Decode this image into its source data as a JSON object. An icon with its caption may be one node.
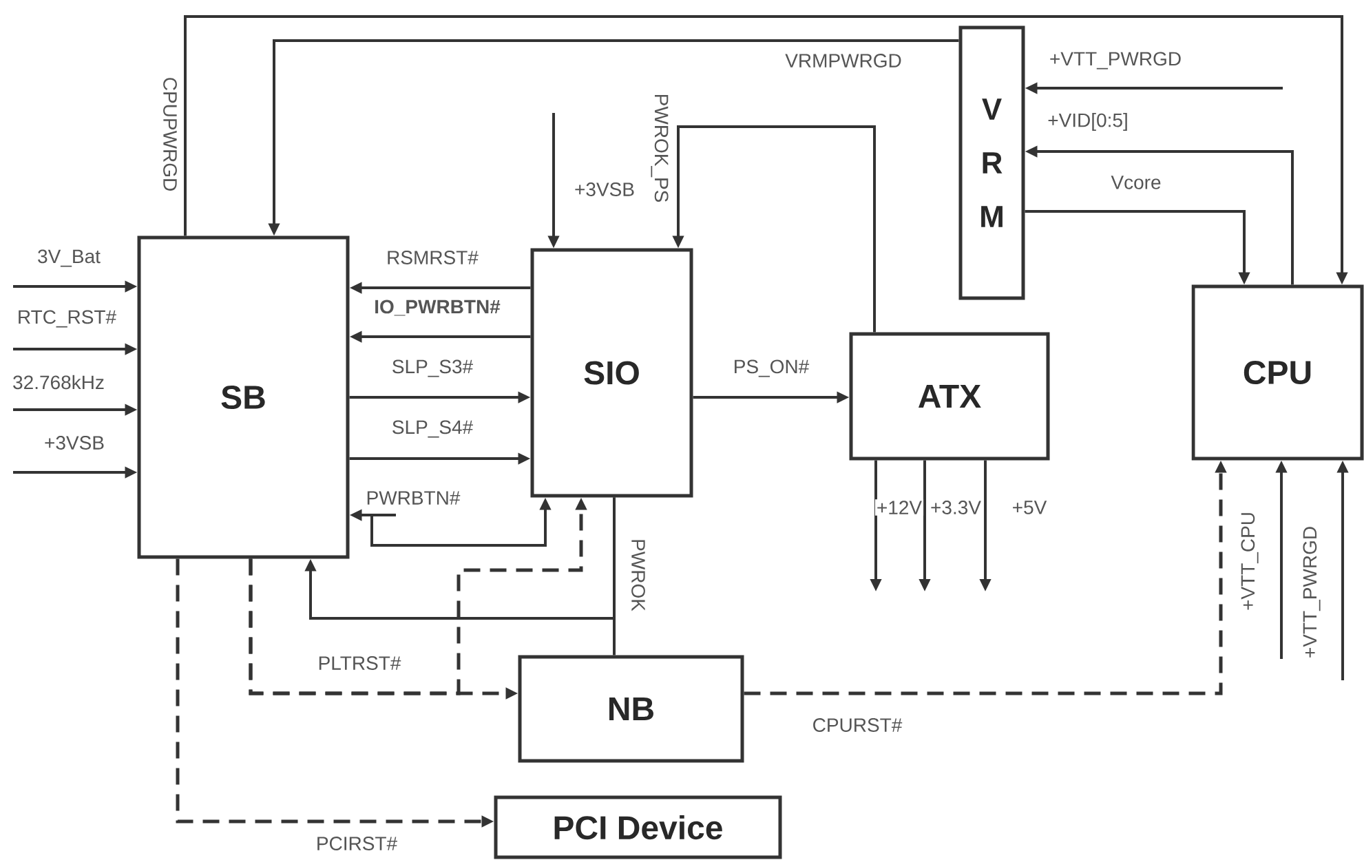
{
  "diagram": {
    "nodes": [
      {
        "text": [
          "SB"
        ]
      },
      {
        "text": [
          "SIO"
        ]
      },
      {
        "text": [
          "ATX"
        ]
      },
      {
        "text": [
          "V R M"
        ]
      },
      {
        "text": [
          "CPU"
        ]
      },
      {
        "text": [
          "NB"
        ]
      },
      {
        "text": [
          "PCI Device"
        ]
      }
    ],
    "edges": [
      {
        "from": 0,
        "to": 4,
        "arrow": "to",
        "label": "CPUPWRGD"
      },
      {
        "from": 3,
        "to": 0,
        "arrow": "to",
        "label": "VRMPWRGD"
      },
      {
        "from": null,
        "to": 1,
        "arrow": "to",
        "label": "+3VSB"
      },
      {
        "from": 2,
        "to": 1,
        "arrow": "to",
        "label": "PWROK_PS"
      },
      {
        "from": null,
        "to": 3,
        "arrow": "to",
        "label": "+VTT_PWRGD"
      },
      {
        "from": 4,
        "to": 3,
        "arrow": "to",
        "label": "+VID[0:5]"
      },
      {
        "from": 3,
        "to": 4,
        "arrow": "to",
        "label": "Vcore"
      },
      {
        "from": null,
        "to": 0,
        "arrow": "to",
        "label": "3V_Bat"
      },
      {
        "from": null,
        "to": 0,
        "arrow": "to",
        "label": "RTC_RST#"
      },
      {
        "from": null,
        "to": 0,
        "arrow": "to",
        "label": "32.768kHz"
      },
      {
        "from": null,
        "to": 0,
        "arrow": "to",
        "label": "+3VSB"
      },
      {
        "from": 1,
        "to": 0,
        "arrow": "to",
        "label": "RSMRST#"
      },
      {
        "from": 1,
        "to": 0,
        "arrow": "to",
        "label": "IO_PWRBTN#"
      },
      {
        "from": 0,
        "to": 1,
        "arrow": "to",
        "label": "SLP_S3#"
      },
      {
        "from": 0,
        "to": 1,
        "arrow": "to",
        "label": "SLP_S4#"
      },
      {
        "from": null,
        "to": 0,
        "arrow": "to",
        "label": "PWRBTN#"
      },
      {
        "from": null,
        "to": 1,
        "arrow": "to"
      },
      {
        "from": 1,
        "to": 5,
        "arrow": "none",
        "label": "PWROK"
      },
      {
        "from": 1,
        "to": 0,
        "arrow": "to"
      },
      {
        "from": 0,
        "to": 5,
        "arrow": "to",
        "style": "dashed",
        "label": "PLTRST#"
      },
      {
        "from": 0,
        "to": 1,
        "arrow": "to",
        "style": "dashed"
      },
      {
        "from": 0,
        "to": 6,
        "arrow": "to",
        "style": "dashed",
        "label": "PCIRST#"
      },
      {
        "from": 5,
        "to": 4,
        "arrow": "to",
        "style": "dashed",
        "label": "CPURST#"
      },
      {
        "from": null,
        "to": 4,
        "arrow": "to",
        "label": "+VTT_CPU"
      },
      {
        "from": null,
        "to": 4,
        "arrow": "to",
        "label": "+VTT_PWRGD"
      },
      {
        "from": 2,
        "to": null,
        "arrow": "to",
        "label": "+12V"
      },
      {
        "from": 2,
        "to": null,
        "arrow": "to",
        "label": "+3.3V"
      },
      {
        "from": 2,
        "to": null,
        "arrow": "to",
        "label": "+5V"
      },
      {
        "from": 1,
        "to": 2,
        "arrow": "to",
        "label": "PS_ON#"
      }
    ]
  }
}
